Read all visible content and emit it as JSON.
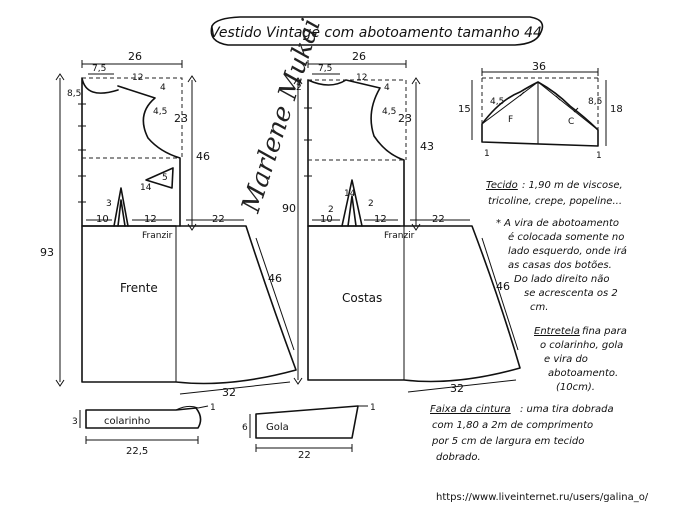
{
  "title": "Vestido Vintage com abotoamento tamanho 44",
  "signature": "Marlene Mukai",
  "front": {
    "label": "Frente",
    "bodice_width": "26",
    "neck_width": "7,5",
    "neck_depth": "8,5",
    "shoulder": "12",
    "shoulder_drop": "4",
    "armhole_depth": "23",
    "armhole_width": "4,5",
    "side_length": "46",
    "dart_width": "3",
    "dart_length": "14",
    "dart_top": "5",
    "waist_left": "10",
    "waist_mid": "12",
    "waist_side": "22",
    "franzir": "Franzir",
    "total_length": "93",
    "skirt_side": "46",
    "hem": "32"
  },
  "back": {
    "label": "Costas",
    "bodice_width": "26",
    "neck_width": "7,5",
    "neck_depth": "2",
    "shoulder": "12",
    "shoulder_drop": "4",
    "armhole_depth": "23",
    "armhole_width": "4,5",
    "side_length": "43",
    "dart_width_left": "2",
    "dart_width_right": "2",
    "dart_length": "14",
    "waist_left": "10",
    "waist_mid": "12",
    "waist_side": "22",
    "franzir": "Franzir",
    "total_length": "90",
    "skirt_side": "46",
    "hem": "32"
  },
  "sleeve": {
    "width": "36",
    "height_left": "15",
    "height_right": "18",
    "cap_left": "4,5",
    "cap_right": "8,5",
    "back_mark": "F",
    "front_mark": "C",
    "point_left": "1",
    "point_right": "1"
  },
  "notes": {
    "fabric_heading": "Tecido",
    "fabric_lines": [
      ": 1,90 m de viscose,",
      "tricoline, crepe, popeline..."
    ],
    "closure_lines": [
      "* A vira de abotoamento",
      "é colocada somente no",
      "lado esquerdo, onde irá",
      "as casas dos botões.",
      "Do lado direito não",
      "se acrescenta os 2",
      "cm."
    ],
    "interfacing_heading": "Entretela",
    "interfacing_lines": [
      " fina para",
      "o colarinho, gola",
      "e vira do",
      "abotoamento.",
      "(10cm)."
    ],
    "waistband_heading": "Faixa da cintura",
    "waistband_lines": [
      ": uma tira dobrada",
      "com 1,80 a 2m de comprimento",
      "por 5 cm de largura em tecido",
      "dobrado."
    ]
  },
  "colarinho": {
    "label": "colarinho",
    "width": "22,5",
    "height": "3",
    "mark": "1"
  },
  "gola": {
    "label": "Gola",
    "width": "22",
    "height": "6",
    "mark": "1"
  },
  "url": "https://www.liveinternet.ru/users/galina_o/"
}
